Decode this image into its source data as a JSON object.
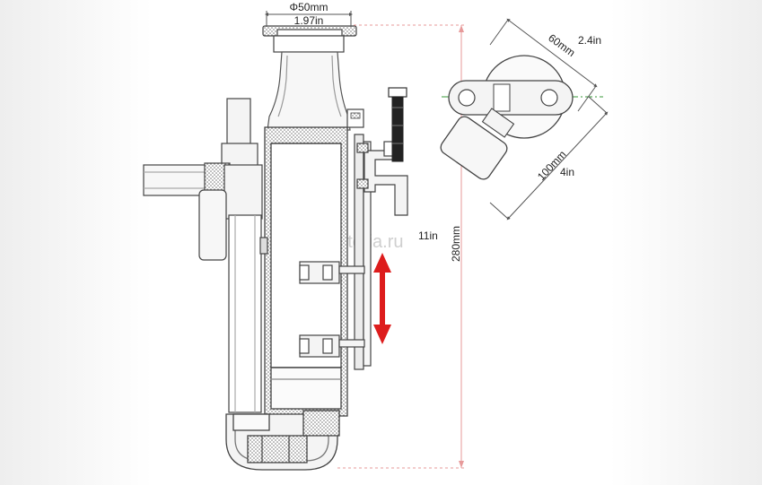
{
  "dimensions": {
    "top_width_mm": "Φ50mm",
    "top_width_in": "1.97in",
    "height_in": "11in",
    "height_mm": "280mm",
    "width_mm": "60mm",
    "width_in": "2.4in",
    "depth_mm": "100mm",
    "depth_in": "4in"
  },
  "watermark": "akvatoria.ru",
  "colors": {
    "arrow": "#dd1c1c",
    "dimension_line": "#e79a9a",
    "outline": "#444444",
    "center_line": "#3a9a3a",
    "screw": "#222222"
  }
}
